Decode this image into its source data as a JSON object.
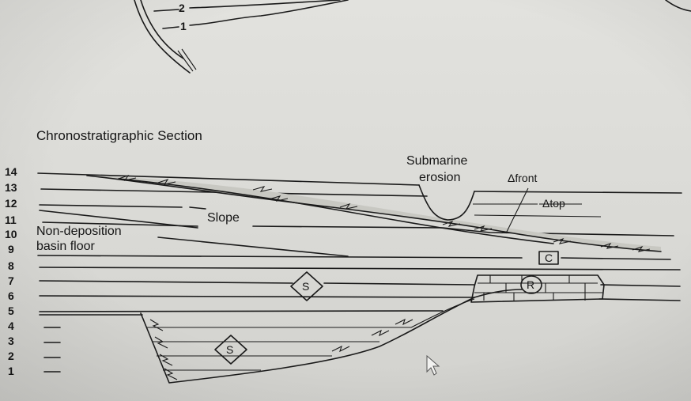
{
  "figure": {
    "title": "Chronostratigraphic Section",
    "top_markers": [
      "2",
      "1"
    ],
    "time_lines": [
      "14",
      "13",
      "12",
      "11",
      "10",
      "9",
      "8",
      "7",
      "6",
      "5",
      "4",
      "3",
      "2",
      "1"
    ],
    "labels": {
      "submarine": "Submarine",
      "erosion": "erosion",
      "front": "Δfront",
      "top": "Δtop",
      "slope": "Slope",
      "non_deposition": "Non-deposition",
      "basin_floor": "basin floor"
    },
    "boxes": {
      "c": "C",
      "r": "R",
      "s_upper": "S",
      "s_lower": "S"
    }
  }
}
